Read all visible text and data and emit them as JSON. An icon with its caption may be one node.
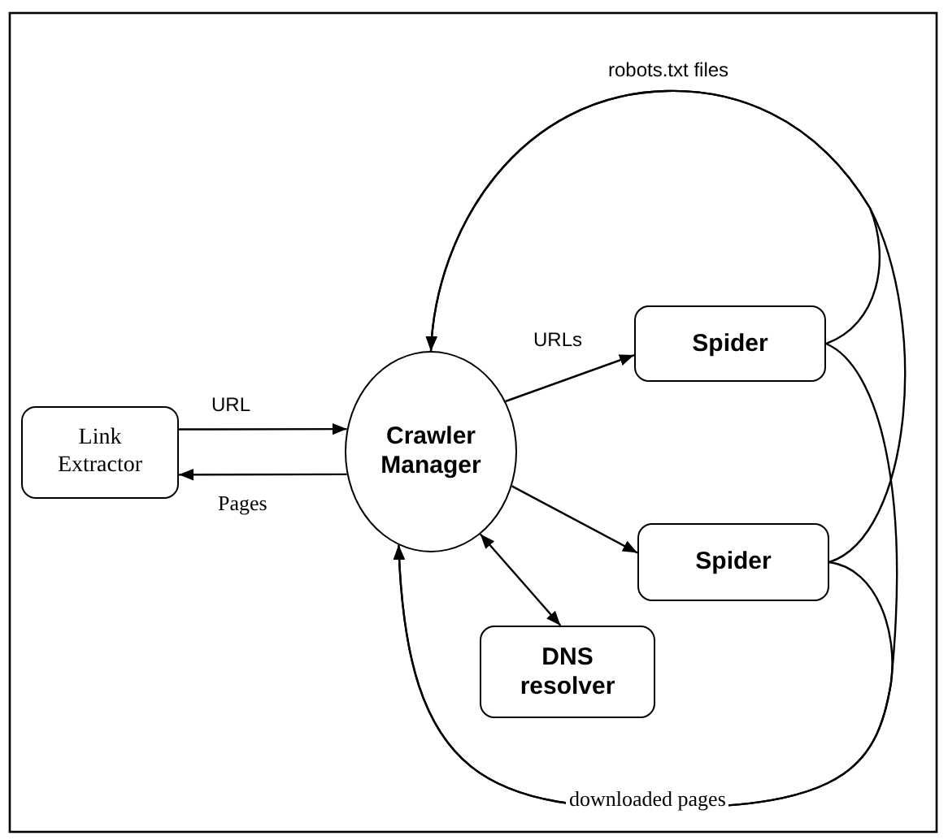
{
  "diagram": {
    "nodes": [
      {
        "text": [
          "Link Extractor"
        ]
      },
      {
        "text": [
          "Crawler Manager"
        ]
      },
      {
        "text": [
          "Spider"
        ]
      },
      {
        "text": [
          "Spider"
        ]
      },
      {
        "text": [
          "DNS resolver"
        ]
      }
    ],
    "edges": [
      {
        "from": 0,
        "to": 1,
        "arrow": "to",
        "label": "URL"
      },
      {
        "from": 1,
        "to": 0,
        "arrow": "to",
        "label": "Pages"
      },
      {
        "from": 1,
        "to": 2,
        "arrow": "to",
        "label": "URLs"
      },
      {
        "from": 1,
        "to": 3,
        "arrow": "to"
      },
      {
        "from": 1,
        "to": 4,
        "arrow": "both"
      },
      {
        "from": 2,
        "to": 1,
        "arrow": "to",
        "label": "robots.txt files"
      },
      {
        "from": 3,
        "to": 1,
        "arrow": "to"
      },
      {
        "from": 2,
        "to": 1,
        "arrow": "to",
        "label": "downloaded pages"
      },
      {
        "from": 3,
        "to": 1,
        "arrow": "to"
      }
    ]
  }
}
